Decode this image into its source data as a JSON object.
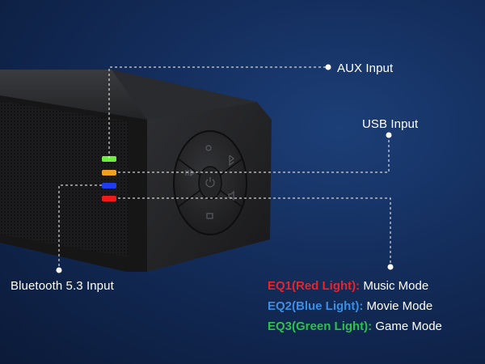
{
  "callouts": {
    "aux": "AUX Input",
    "usb": "USB Input",
    "bluetooth": "Bluetooth 5.3 Input"
  },
  "eq_modes": [
    {
      "key": "EQ1(Red Light):",
      "mode": "Music Mode",
      "color": "#e8232b"
    },
    {
      "key": "EQ2(Blue Light):",
      "mode": "Movie Mode",
      "color": "#3a8ee6"
    },
    {
      "key": "EQ3(Green Light):",
      "mode": "Game Mode",
      "color": "#2bc24a"
    }
  ],
  "indicator_lights": [
    {
      "name": "green-led",
      "color": "#6cf03a"
    },
    {
      "name": "orange-led",
      "color": "#f0a020"
    },
    {
      "name": "blue-led",
      "color": "#1e3cf0"
    },
    {
      "name": "red-led",
      "color": "#f01a1a"
    }
  ],
  "control_icons": [
    "light-icon",
    "bluetooth-icon",
    "play-pause-icon",
    "power-icon",
    "volume-icon",
    "input-source-icon"
  ]
}
